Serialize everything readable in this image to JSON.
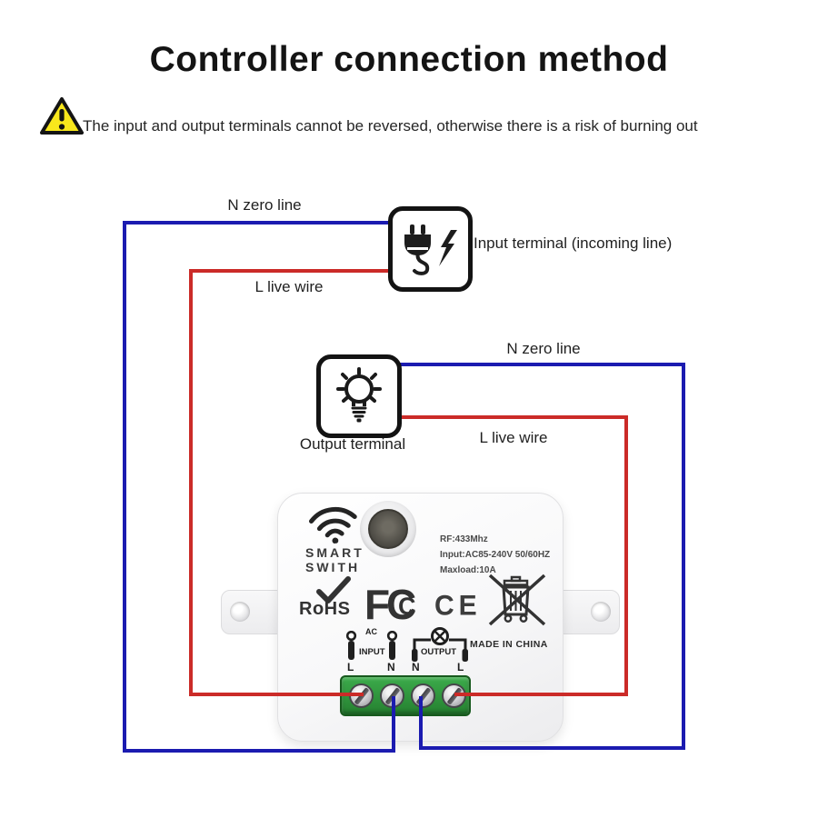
{
  "title": "Controller connection method",
  "warning": {
    "text": "The input and output terminals cannot be reversed, otherwise there is a risk of burning out"
  },
  "diagram": {
    "input_n_label": "N zero line",
    "input_l_label": "L live wire",
    "input_terminal_label": "Input terminal (incoming line)",
    "output_n_label": "N zero line",
    "output_l_label": "L live wire",
    "output_terminal_label": "Output terminal",
    "colors": {
      "neutral_wire": "#1b1bb0",
      "live_wire": "#cb2b28",
      "warning_yellow": "#f8e71c"
    }
  },
  "device": {
    "brand_line1": "SMART",
    "brand_line2": "SWITH",
    "specs": [
      "RF:433Mhz",
      "Input:AC85-240V 50/60HZ",
      "Maxload:10A"
    ],
    "rohs_label": "RoHS",
    "fcc": {
      "f": "F",
      "c1": "C",
      "c2": "C"
    },
    "ce_label": "CE",
    "made_in_label": "MADE IN CHINA",
    "terminals": {
      "ac_label": "AC",
      "input_label": "INPUT",
      "output_label": "OUTPUT",
      "pin_labels": [
        "L",
        "N",
        "N",
        "L"
      ]
    },
    "colors": {
      "terminal_block_green": "#2f9e3f"
    }
  }
}
